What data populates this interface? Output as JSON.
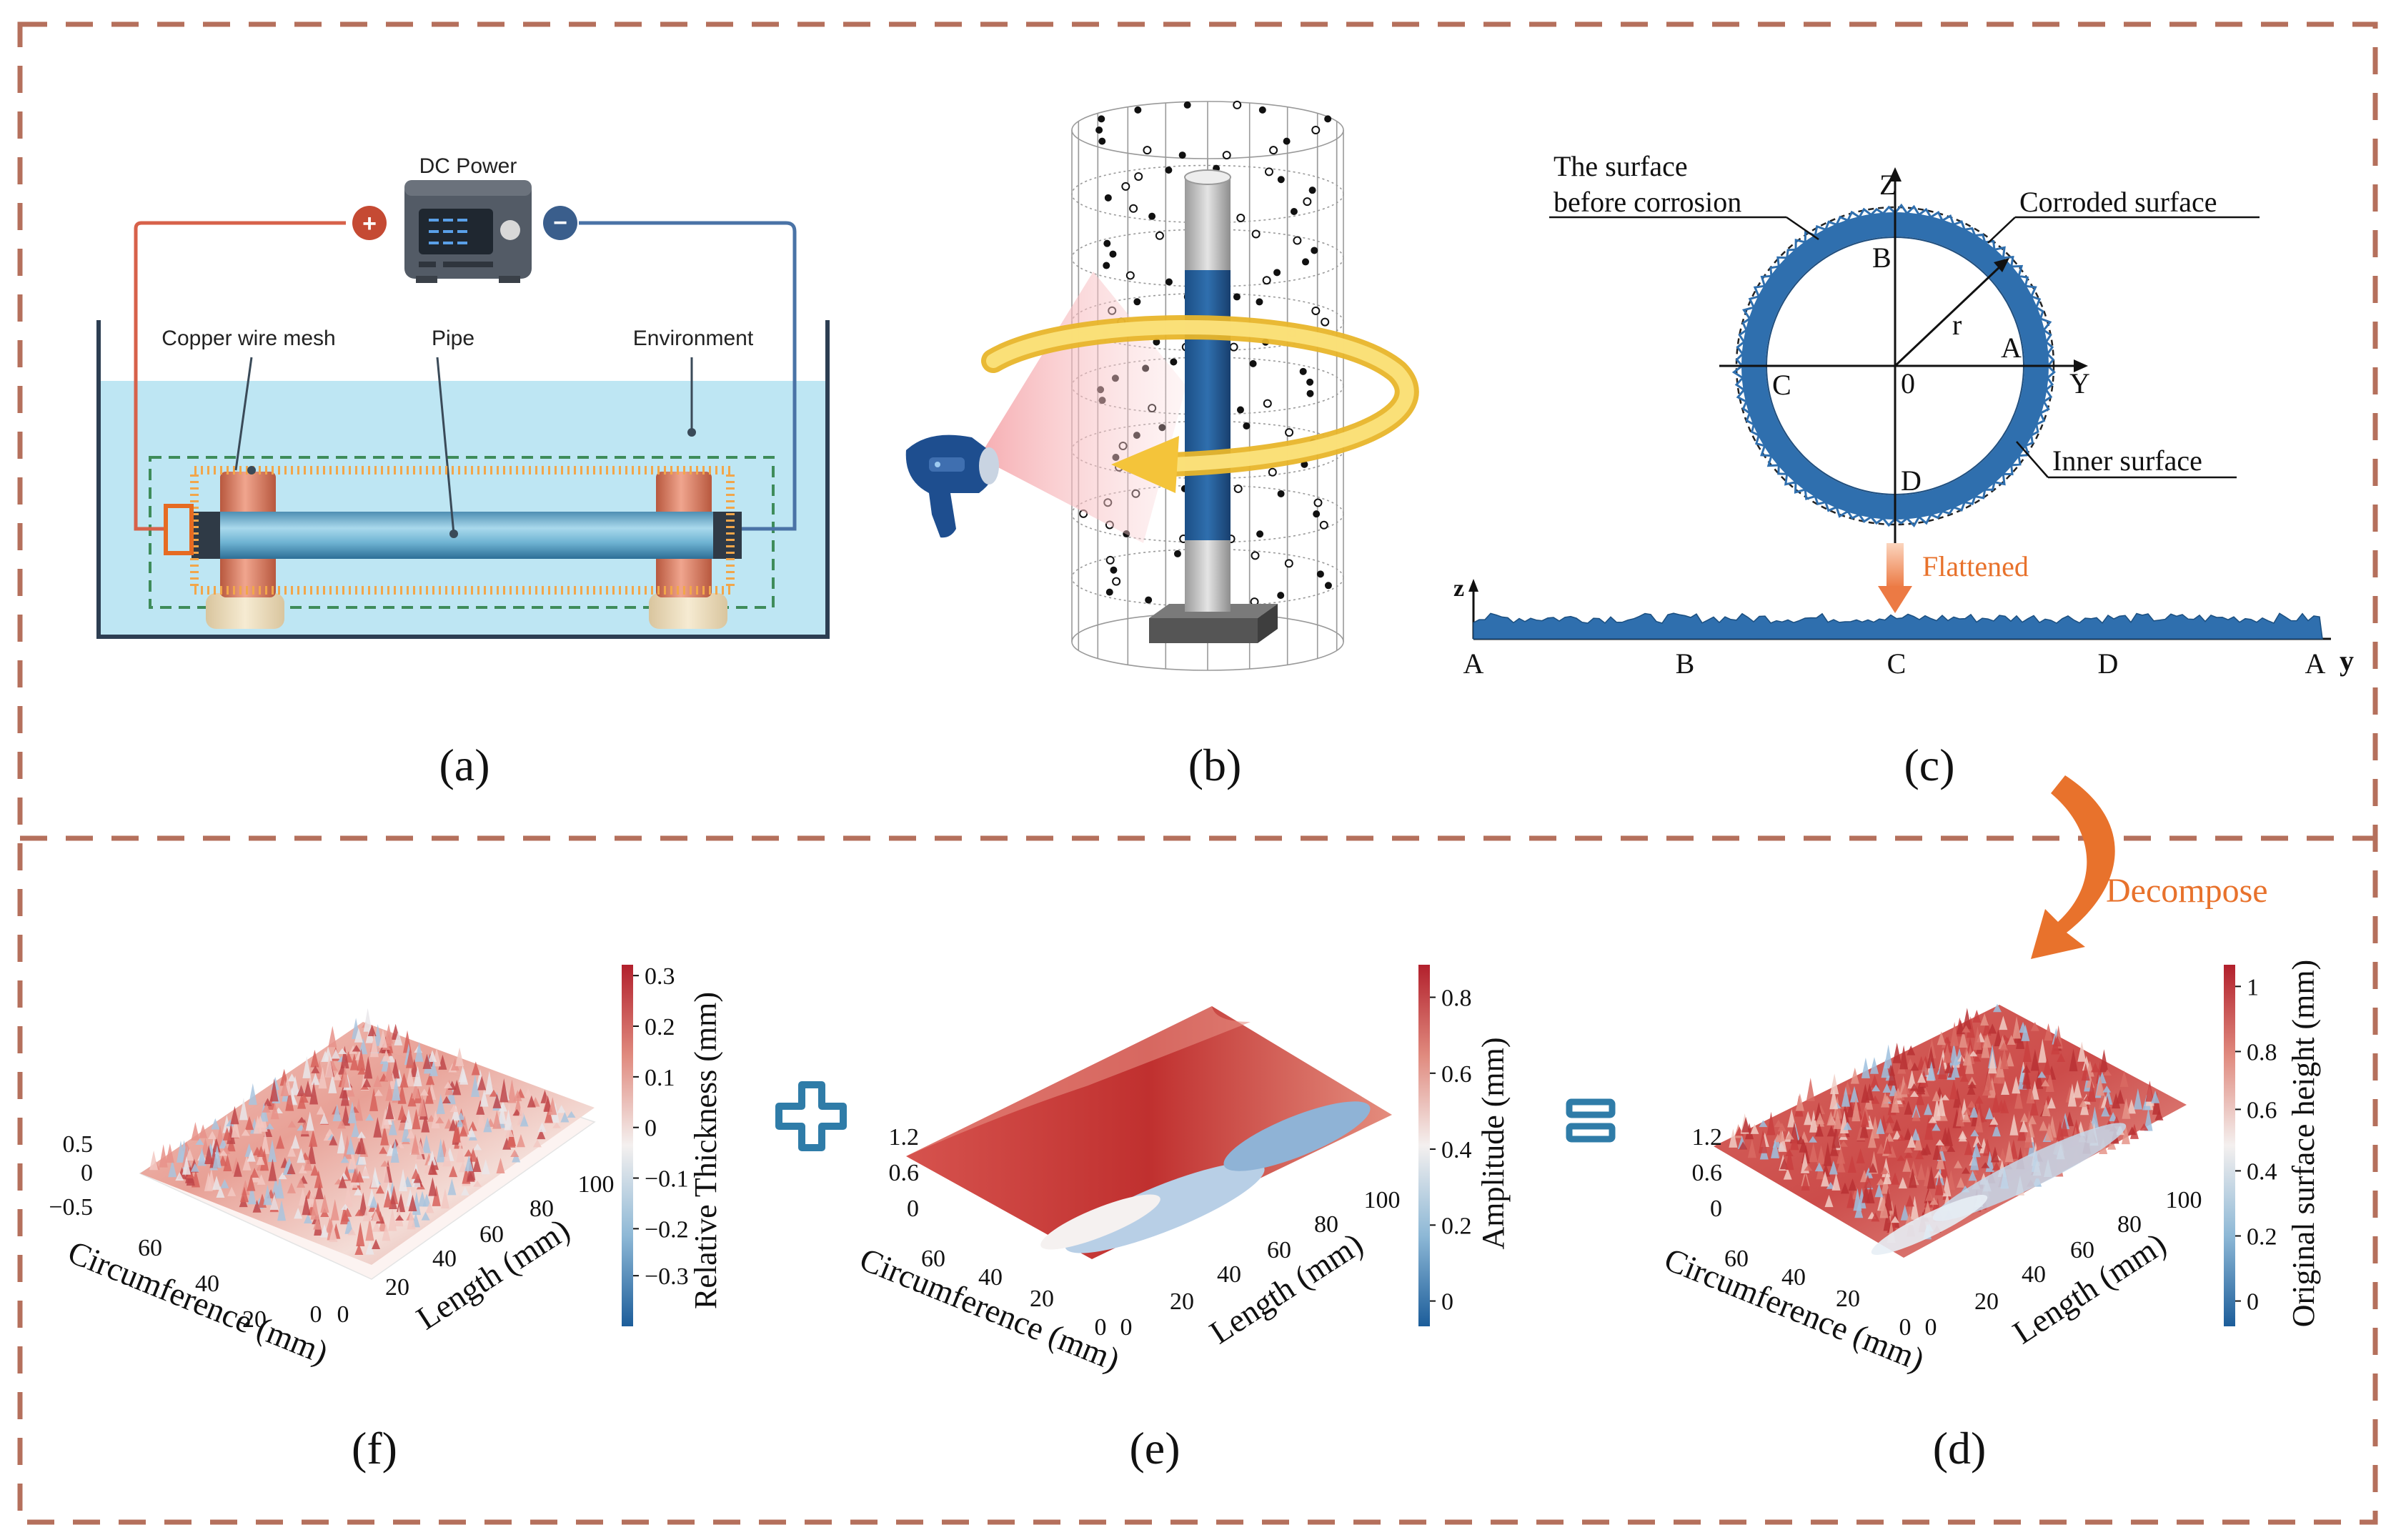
{
  "colors": {
    "frame": "#B5705C",
    "accent_orange": "#E8722C",
    "pipe_blue": "#2F6FAE",
    "water": "#BEE6F3",
    "copper": "#D9826A",
    "red_high": "#B2202C",
    "blue_low": "#1C5D9A"
  },
  "panel_a": {
    "title": "DC Power",
    "copper_mesh": "Copper wire mesh",
    "pipe": "Pipe",
    "environment": "Environment",
    "plus": "+",
    "minus": "−",
    "label": "(a)"
  },
  "panel_b": {
    "label": "(b)"
  },
  "panel_c": {
    "before_line1": "The surface",
    "before_line2": "before corrosion",
    "corroded": "Corroded surface",
    "inner": "Inner surface",
    "axis_z": "Z",
    "axis_y": "Y",
    "r": "r",
    "origin": "0",
    "pt_a": "A",
    "pt_b": "B",
    "pt_c": "C",
    "pt_d": "D",
    "flattened": "Flattened",
    "flat_z": "z",
    "flat_y": "y",
    "flat_labels": [
      "A",
      "B",
      "C",
      "D",
      "A"
    ],
    "label": "(c)"
  },
  "decompose": "Decompose",
  "panel_f": {
    "label": "(f)",
    "z_ticks": [
      "0.5",
      "0",
      "−0.5"
    ],
    "circ_ticks": [
      "60",
      "40",
      "20",
      "0"
    ],
    "len_ticks": [
      "0",
      "20",
      "40",
      "60",
      "80",
      "100"
    ],
    "circ_label": "Circumference (mm)",
    "len_label": "Length (mm)",
    "cbar_label": "Relative Thickness (mm)",
    "cbar_ticks": [
      "0.3",
      "0.2",
      "0.1",
      "0",
      "−0.1",
      "−0.2",
      "−0.3"
    ]
  },
  "panel_e": {
    "label": "(e)",
    "z_ticks": [
      "1.2",
      "0.6",
      "0"
    ],
    "circ_ticks": [
      "60",
      "40",
      "20",
      "0"
    ],
    "len_ticks": [
      "0",
      "20",
      "40",
      "60",
      "80",
      "100"
    ],
    "circ_label": "Circumference (mm)",
    "len_label": "Length (mm)",
    "cbar_label": "Amplitude (mm)",
    "cbar_ticks": [
      "0.8",
      "0.6",
      "0.4",
      "0.2",
      "0"
    ]
  },
  "panel_d": {
    "label": "(d)",
    "z_ticks": [
      "1.2",
      "0.6",
      "0"
    ],
    "circ_ticks": [
      "60",
      "40",
      "20",
      "0"
    ],
    "len_ticks": [
      "0",
      "20",
      "40",
      "60",
      "80",
      "100"
    ],
    "circ_label": "Circumference (mm)",
    "len_label": "Length (mm)",
    "cbar_label": "Original surface height (mm)",
    "cbar_ticks": [
      "1",
      "0.8",
      "0.6",
      "0.4",
      "0.2",
      "0"
    ]
  }
}
